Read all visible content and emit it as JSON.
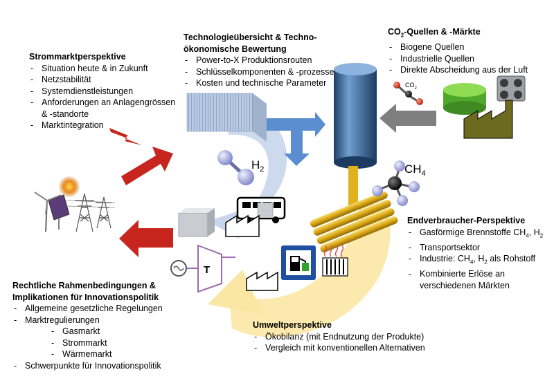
{
  "blocks": {
    "strommarkt": {
      "title": "Strommarktperspektive",
      "items": [
        "Situation heute & in Zukunft",
        "Netzstabilität",
        "Systemdienstleistungen",
        "Anforderungen an Anlagengrössen",
        "& -standorte",
        "Marktintegration"
      ]
    },
    "techno": {
      "title_line1": "Technologieübersicht & Techno-",
      "title_line2": "ökonomische Bewertung",
      "items": [
        "Power-to-X Produktionsrouten",
        "Schlüsselkomponenten & -prozesse",
        "Kosten und technische Parameter"
      ]
    },
    "co2": {
      "title_prefix": "CO",
      "title_sub": "2",
      "title_suffix": "-Quellen & -Märkte",
      "items": [
        "Biogene Quellen",
        "Industrielle Quellen",
        "Direkte Abscheidung aus der Luft"
      ]
    },
    "endverbraucher": {
      "title": "Endverbraucher-Perspektive",
      "item1_text": "Gasförmige Brennstoffe CH",
      "item1_sub1": "4",
      "item1_mid": ", H",
      "item1_sub2": "2",
      "item2": "Transportsektor",
      "item3_text": "Industrie: CH",
      "item3_sub1": "4",
      "item3_mid": ", H",
      "item3_sub2": "2",
      "item3_end": " als Rohstoff",
      "item4_line1": "Kombinierte Erlöse an",
      "item4_line2": "verschiedenen Märkten"
    },
    "umwelt": {
      "title": "Umweltperspektive",
      "items": [
        "Ökobilanz (mit Endnutzung der Produkte)",
        "Vergleich mit konventionellen Alternativen"
      ]
    },
    "rechtlich": {
      "title_line1": "Rechtliche Rahmenbedingungen &",
      "title_line2": "Implikationen für Innovationspolitik",
      "items": [
        "Allgemeine gesetzliche Regelungen",
        "Marktregulierungen"
      ],
      "sub_items": [
        "Gasmarkt",
        "Strommarkt",
        "Wärmemarkt"
      ],
      "last_item": "Schwerpunkte für Innovationspolitik"
    }
  },
  "labels": {
    "h2_main": "H",
    "h2_sub": "2",
    "ch4_main": "CH",
    "ch4_sub": "4",
    "co2_main": "CO",
    "co2_sub": "2",
    "turbine": "T"
  },
  "icons": [
    "lightning-icon",
    "wind-turbine-icon",
    "sun-icon",
    "solar-panel-icon",
    "power-pylon-icon",
    "electrolyzer-icon",
    "h2-molecule-icon",
    "storage-tank-icon",
    "co2-molecule-icon",
    "biogas-digester-icon",
    "industry-factory-icon",
    "ch4-molecule-icon",
    "gas-pipelines-icon",
    "bus-icon",
    "factory-icon",
    "turbine-icon",
    "generator-icon",
    "fuel-station-icon",
    "radiator-icon"
  ],
  "colors": {
    "red_arrow": "#c6261d",
    "blue_arrow": "#5b8ed0",
    "light_blue_arc": "#c8d6ec",
    "yellow_arc": "#fbe7a4",
    "gray_arrow": "#7f7f7f",
    "tank_blue": "#2e5a8a",
    "pipe_gold": "#e0b21e"
  }
}
